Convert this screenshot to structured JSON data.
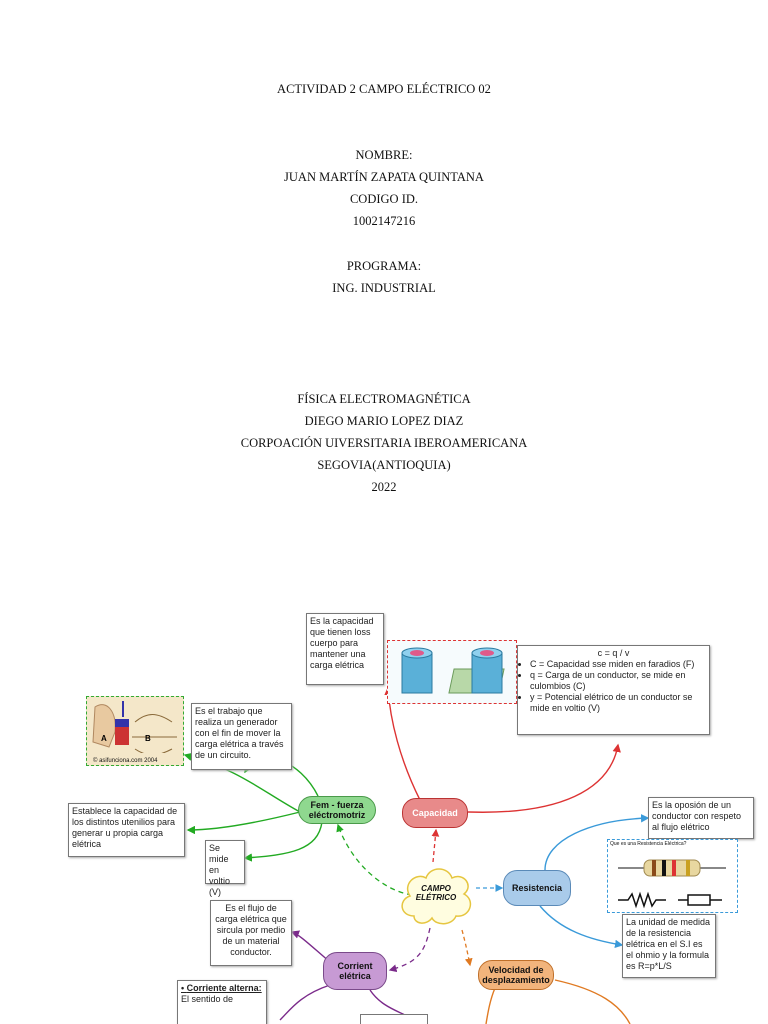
{
  "cover": {
    "title": "ACTIVIDAD 2 CAMPO ELÉCTRICO 02",
    "name_label": "NOMBRE:",
    "name": "JUAN MARTÍN ZAPATA QUINTANA",
    "id_label": "CODIGO ID.",
    "id": "1002147216",
    "program_label": "PROGRAMA:",
    "program": "ING. INDUSTRIAL",
    "course": "FÍSICA ELECTROMAGNÉTICA",
    "teacher": "DIEGO MARIO LOPEZ DIAZ",
    "university": "CORPOACIÓN UIVERSITARIA IBEROAMERICANA",
    "city": "SEGOVIA(ANTIOQUIA)",
    "year": "2022"
  },
  "map": {
    "center": "CAMPO ELÉTRICO",
    "nodes": {
      "fem": "Fem - fuerza eléctromotriz",
      "capacidad": "Capacidad",
      "resistencia": "Resistencia",
      "corriente": "Corrient elétrica",
      "velocidad": "Velocidad de desplazamiento"
    },
    "notes": {
      "capacidad_def": "Es la capacidad que tienen loss cuerpo para mantener una carga elétrica",
      "formula_title": "c = q / v",
      "formula_items": [
        "C = Capacidad sse miden en faradios (F)",
        "q = Carga de un conductor, se mide en culombios (C)",
        "y = Potencial elétrico de un conductor se mide en voltio (V)"
      ],
      "fem_def": "Es el trabajo que realiza un generador con el fin de mover la carga elétrica a través de un circuito.",
      "fem_capacity": "Establece la capacidad de los distintos utenilios para generar u propia carga elétrica",
      "fem_unit": "Se mide en voltio (V)",
      "resistencia_def": "Es la oposión de un conductor con respeto al flujo elétrico",
      "resistencia_unit": "La unidad de medida de la resistencia elétrica en el S.I es el ohmio y la formula es R=p*L/S",
      "corriente_def": "Es el flujo de carga elétrica que sircula por medio de un material conductor.",
      "alterna_title": "Corriente alterna:",
      "alterna_text": "El sentido de"
    },
    "image_credit": "© asifunciona.com 2004",
    "resistor_caption": "Que es una Resistencia Eléctrica?",
    "colors": {
      "fem": "#8fd88f",
      "capacidad": "#e88a8a",
      "resistencia": "#a9cbea",
      "corriente": "#c79ad4",
      "velocidad": "#f2b47c",
      "dashed_red": "#d33",
      "dashed_green": "#3a3",
      "dashed_blue": "#3a9ad9"
    }
  }
}
